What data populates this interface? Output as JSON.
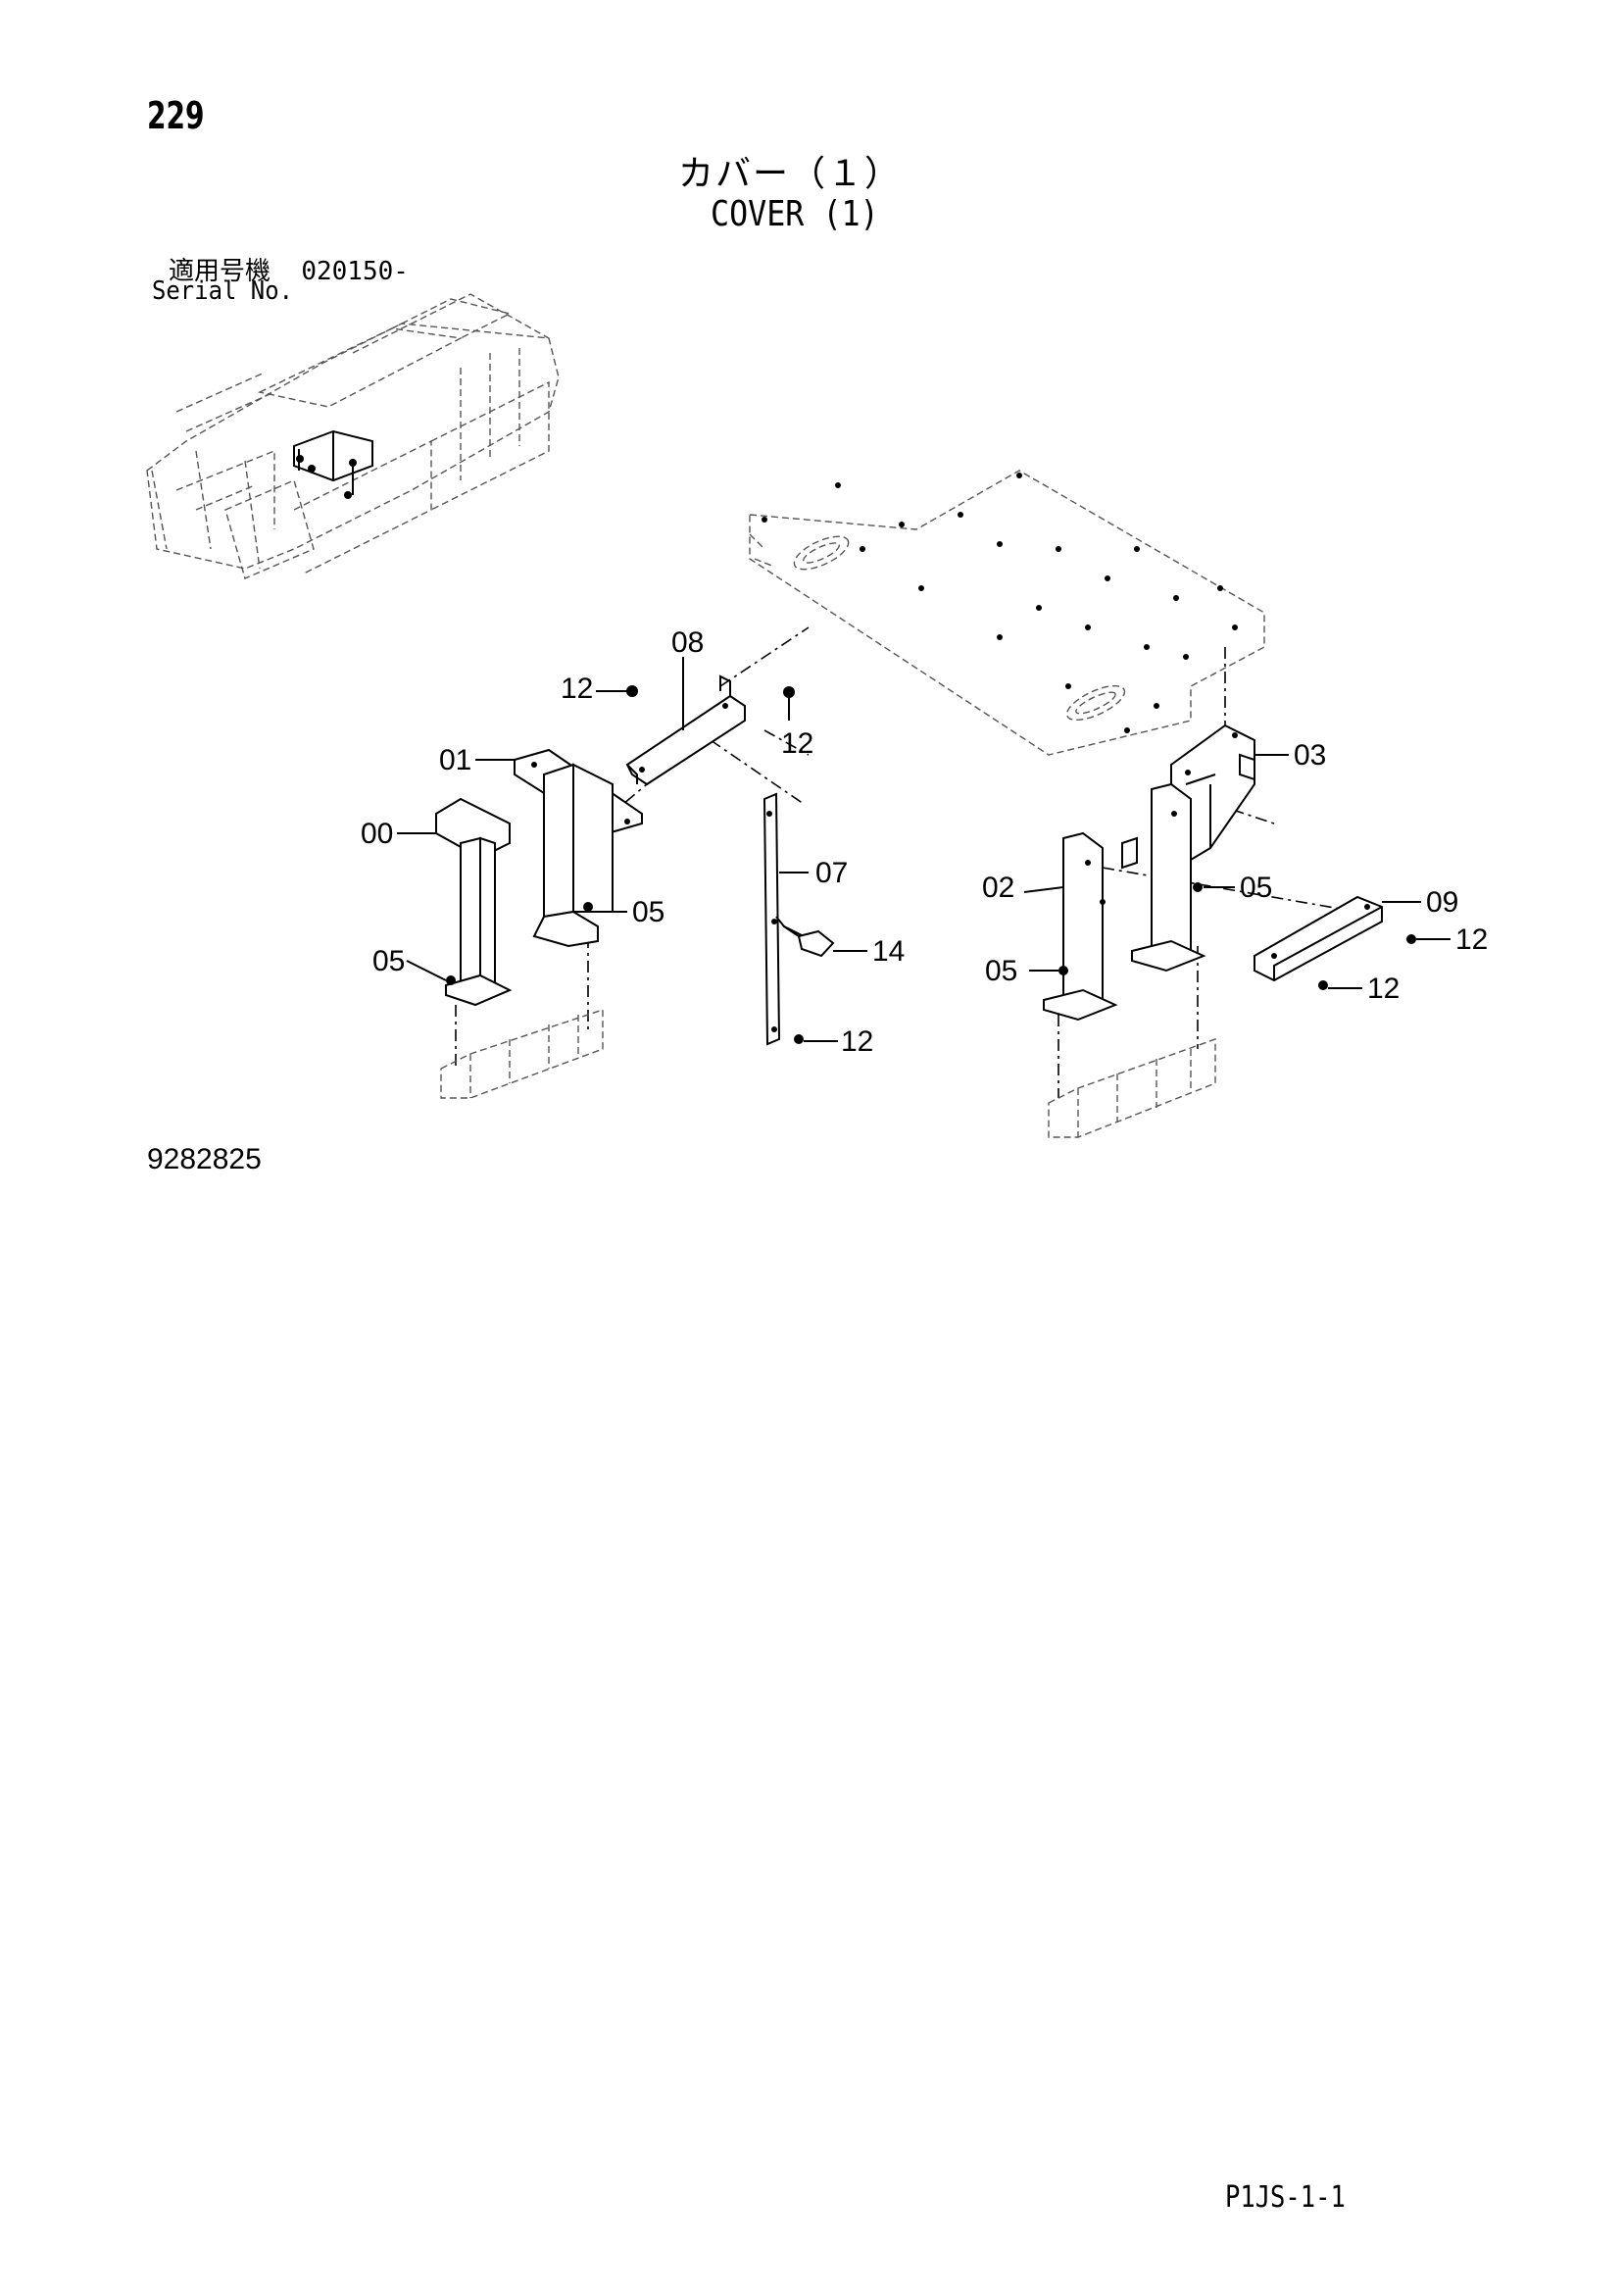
{
  "header": {
    "page_number": "229",
    "title_jp": "カバー（１）",
    "title_en": "COVER (1)",
    "serial_label_jp": "適用号機",
    "serial_value": "020150-",
    "serial_label_en": "Serial No."
  },
  "callouts": {
    "c00": "00",
    "c01": "01",
    "c02": "02",
    "c03": "03",
    "c05a": "05",
    "c05b": "05",
    "c05c": "05",
    "c05d": "05",
    "c07": "07",
    "c08": "08",
    "c09": "09",
    "c12a": "12",
    "c12b": "12",
    "c12c": "12",
    "c12d": "12",
    "c12e": "12",
    "c14": "14"
  },
  "footer": {
    "figure_id": "9282825",
    "sheet_code": "P1JS-1-1"
  }
}
